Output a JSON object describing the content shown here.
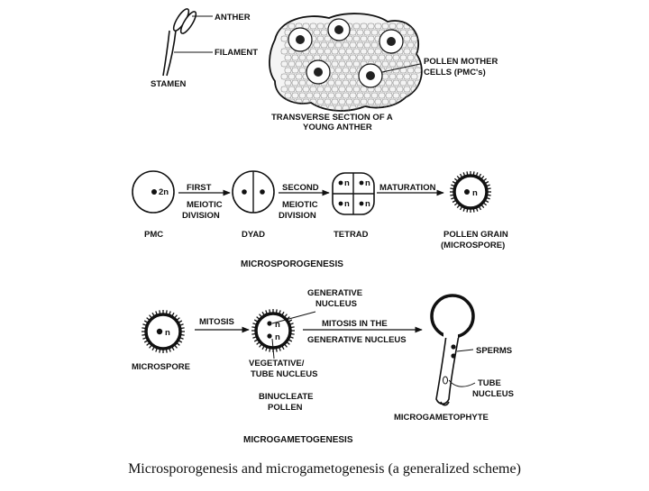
{
  "anther_section": {
    "labels": {
      "anther": "ANTHER",
      "filament": "FILAMENT",
      "stamen": "STAMEN",
      "pmc_line1": "POLLEN MOTHER",
      "pmc_line2": "CELLS (PMC's)",
      "ts_line1": "TRANSVERSE SECTION OF A",
      "ts_line2": "YOUNG ANTHER"
    }
  },
  "microsporogenesis": {
    "stages": {
      "pmc": "PMC",
      "dyad": "DYAD",
      "tetrad": "TETRAD",
      "pollen_line1": "POLLEN GRAIN",
      "pollen_line2": "(MICROSPORE)"
    },
    "nucleus_labels": {
      "diploid": "2n",
      "haploid": "n"
    },
    "arrows": {
      "first_line1": "FIRST",
      "first_line2": "MEIOTIC",
      "first_line3": "DIVISION",
      "second_line1": "SECOND",
      "second_line2": "MEIOTIC",
      "second_line3": "DIVISION",
      "maturation": "MATURATION"
    },
    "title": "MICROSPOROGENESIS"
  },
  "microgametogenesis": {
    "labels": {
      "microspore": "MICROSPORE",
      "mitosis": "MITOSIS",
      "generative_line1": "GENERATIVE",
      "generative_line2": "NUCLEUS",
      "mitosis_gen_line1": "MITOSIS IN THE",
      "mitosis_gen_line2": "GENERATIVE NUCLEUS",
      "vegetative_line1": "VEGETATIVE/",
      "vegetative_line2": "TUBE NUCLEUS",
      "binucleate_line1": "BINUCLEATE",
      "binucleate_line2": "POLLEN",
      "sperms": "SPERMS",
      "tube_line1": "TUBE",
      "tube_line2": "NUCLEUS",
      "microgametophyte": "MICROGAMETOPHYTE"
    },
    "title": "MICROGAMETOGENESIS"
  },
  "caption": "Microsporogenesis and microgametogenesis (a generalized scheme)"
}
